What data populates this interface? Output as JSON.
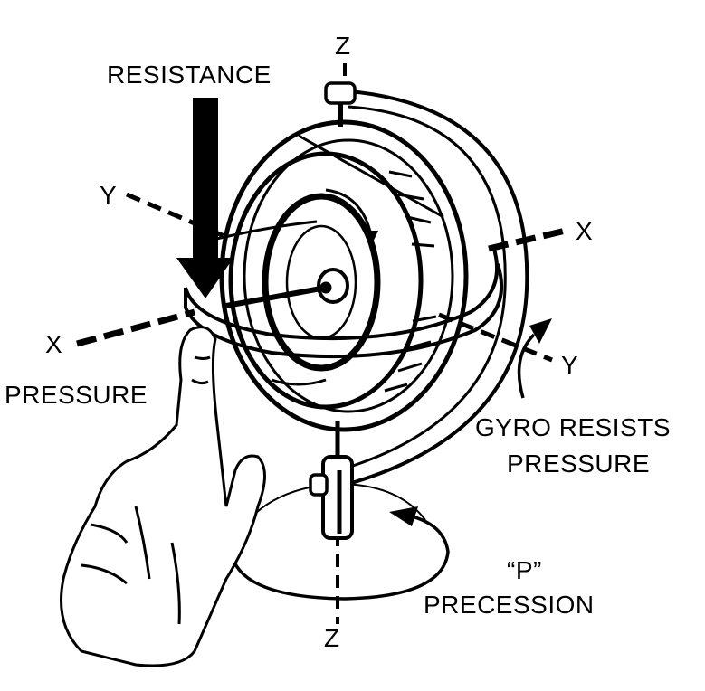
{
  "labels": {
    "z_top": "Z",
    "z_bottom": "Z",
    "resistance": "RESISTANCE",
    "y_left": "Y",
    "x_left": "X",
    "x_right": "X",
    "y_right": "Y",
    "pressure": "PRESSURE",
    "gyro_resists_line1": "GYRO RESISTS",
    "gyro_resists_line2": "PRESSURE",
    "p_mark": "“P”",
    "precession": "PRECESSION"
  },
  "colors": {
    "ink": "#000000",
    "paper": "#ffffff"
  }
}
